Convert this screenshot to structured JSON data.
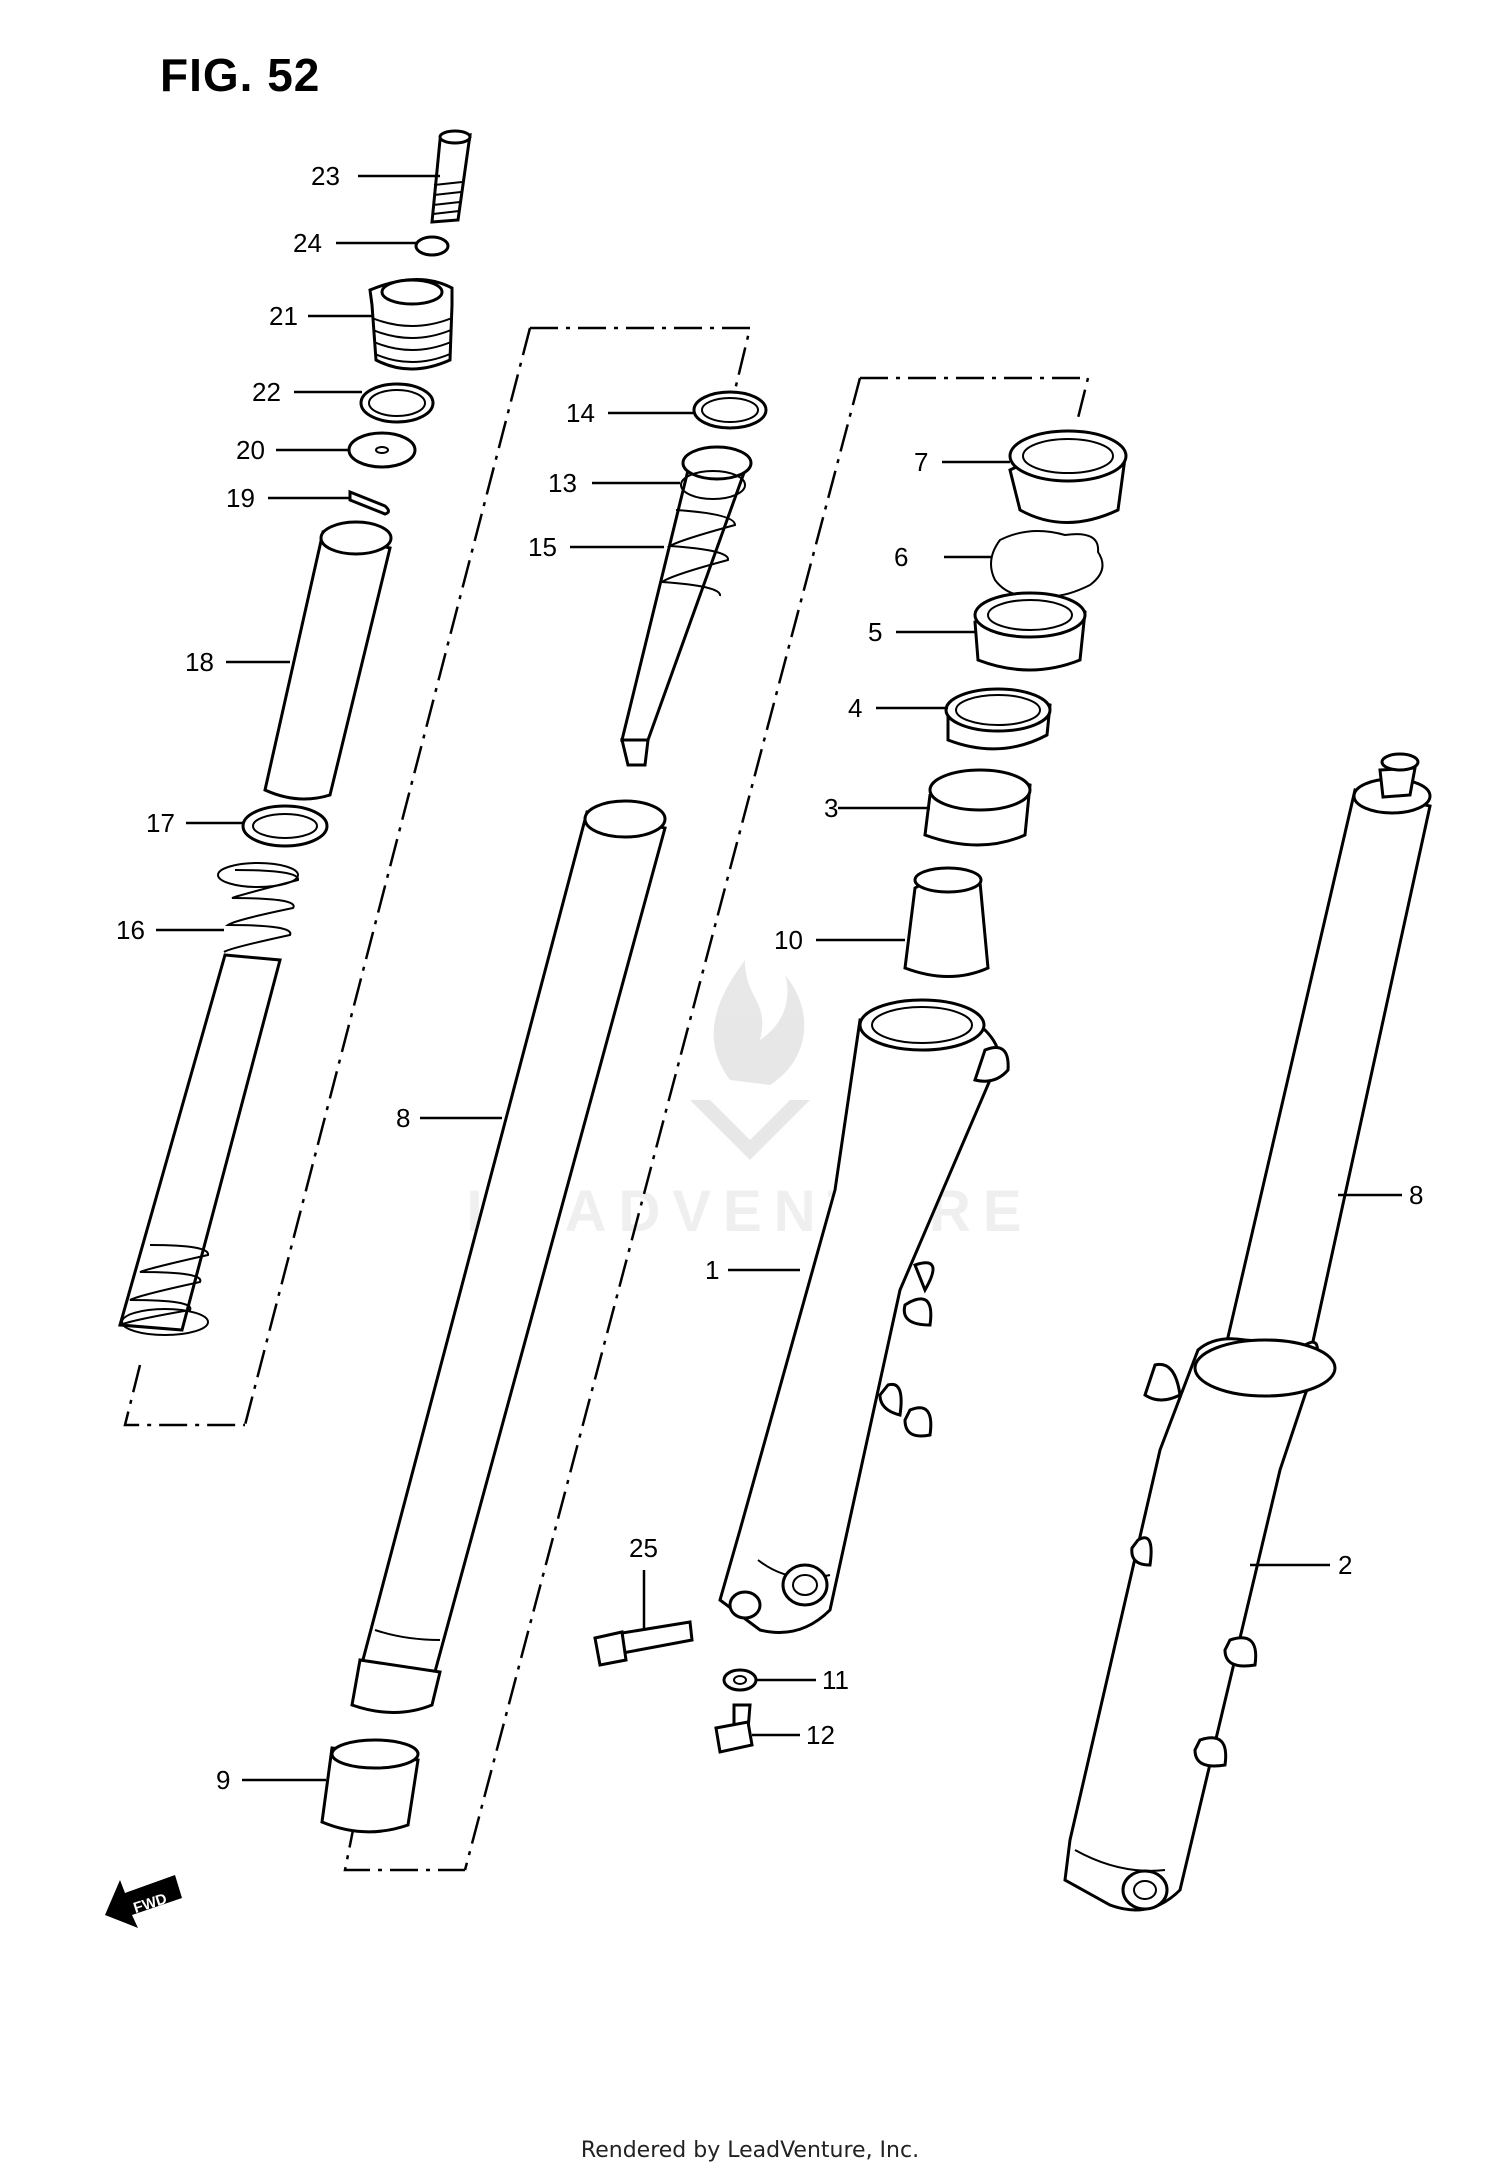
{
  "figure": {
    "title": "FIG. 52"
  },
  "footer": {
    "text": "Rendered by LeadVenture, Inc."
  },
  "watermark": {
    "text": "LEADVENTURE"
  },
  "fwd_arrow": {
    "text": "FWD"
  },
  "callouts": [
    {
      "id": "c23",
      "number": "23"
    },
    {
      "id": "c24",
      "number": "24"
    },
    {
      "id": "c21",
      "number": "21"
    },
    {
      "id": "c22",
      "number": "22"
    },
    {
      "id": "c20",
      "number": "20"
    },
    {
      "id": "c19",
      "number": "19"
    },
    {
      "id": "c18",
      "number": "18"
    },
    {
      "id": "c17",
      "number": "17"
    },
    {
      "id": "c16",
      "number": "16"
    },
    {
      "id": "c14",
      "number": "14"
    },
    {
      "id": "c13",
      "number": "13"
    },
    {
      "id": "c15",
      "number": "15"
    },
    {
      "id": "c8a",
      "number": "8"
    },
    {
      "id": "c9",
      "number": "9"
    },
    {
      "id": "c7",
      "number": "7"
    },
    {
      "id": "c6",
      "number": "6"
    },
    {
      "id": "c5",
      "number": "5"
    },
    {
      "id": "c4",
      "number": "4"
    },
    {
      "id": "c3",
      "number": "3"
    },
    {
      "id": "c10",
      "number": "10"
    },
    {
      "id": "c1",
      "number": "1"
    },
    {
      "id": "c8b",
      "number": "8"
    },
    {
      "id": "c2",
      "number": "2"
    },
    {
      "id": "c25",
      "number": "25"
    },
    {
      "id": "c11",
      "number": "11"
    },
    {
      "id": "c12",
      "number": "12"
    }
  ]
}
